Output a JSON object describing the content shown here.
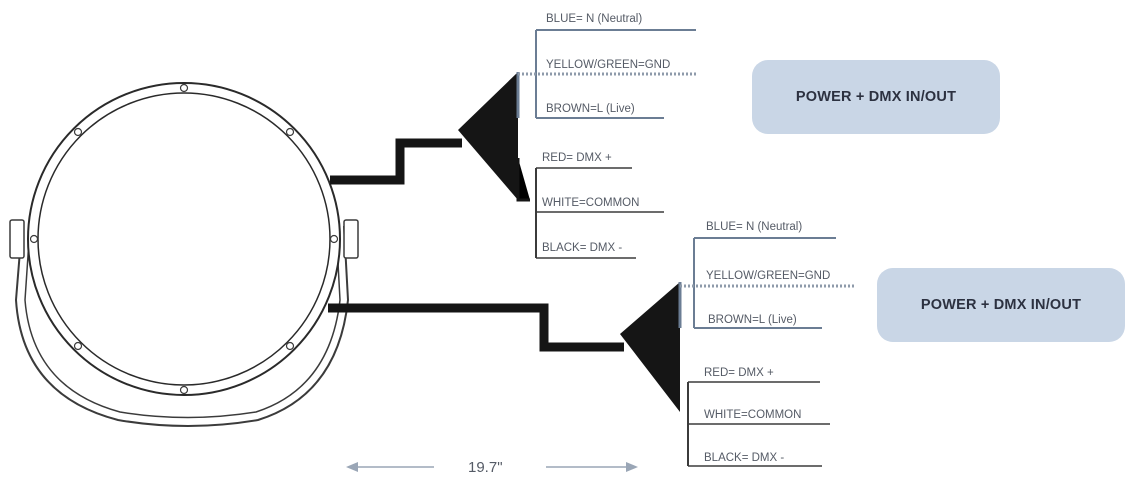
{
  "connector_1": {
    "wires": {
      "blue": "BLUE= N (Neutral)",
      "yellow_green": "YELLOW/GREEN=GND",
      "brown": "BROWN=L (Live)",
      "red": "RED= DMX +",
      "white": "WHITE=COMMON",
      "black": "BLACK= DMX -"
    },
    "badge": "POWER + DMX IN/OUT"
  },
  "connector_2": {
    "wires": {
      "blue": "BLUE= N (Neutral)",
      "yellow_green": "YELLOW/GREEN=GND",
      "brown": "BROWN=L (Live)",
      "red": "RED= DMX +",
      "white": "WHITE=COMMON",
      "black": "BLACK= DMX -"
    },
    "badge": "POWER + DMX IN/OUT"
  },
  "cable_length": "19.7\"",
  "colors": {
    "badge_fill": "#c9d6e6",
    "line": "#2a2a2a",
    "arrow": "#9aa6b6"
  }
}
